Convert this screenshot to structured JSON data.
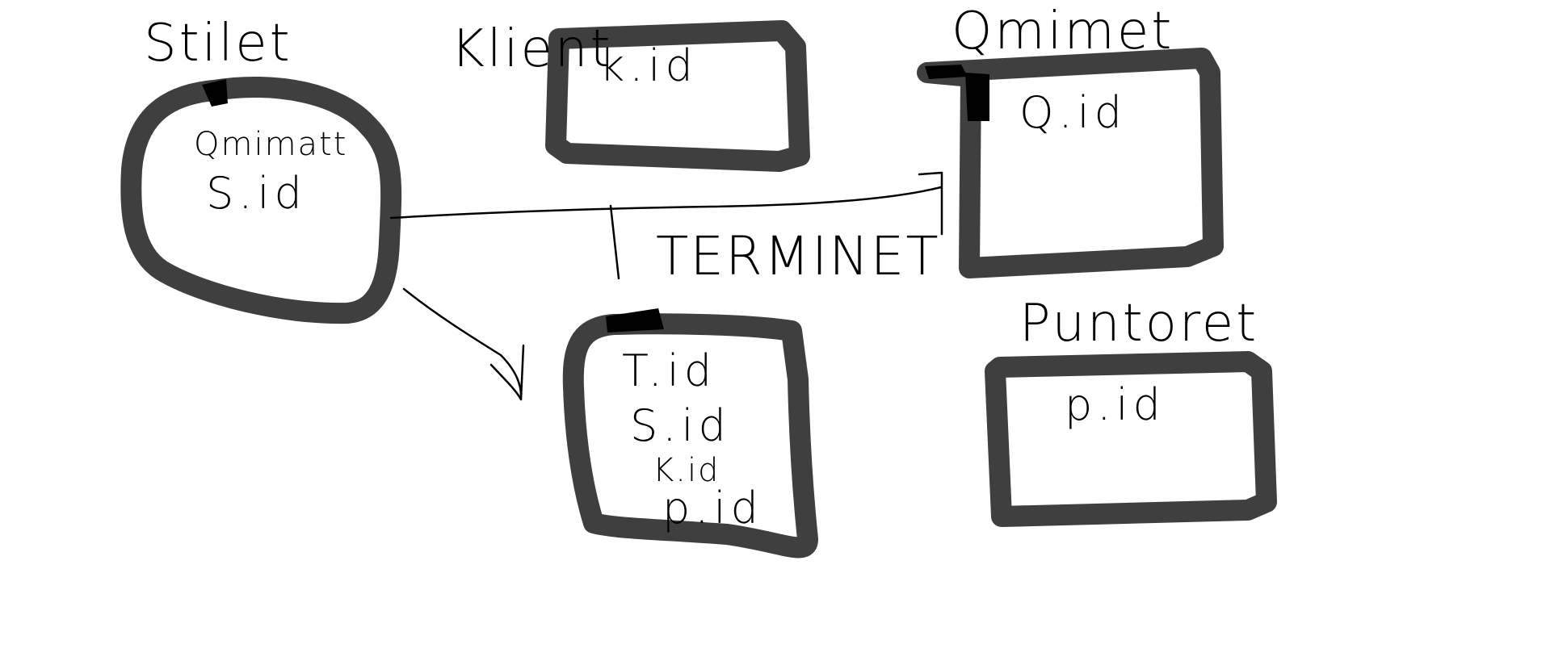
{
  "colors": {
    "shape_stroke": "#3f3f3f",
    "ink": "#000000",
    "background": "#ffffff"
  },
  "entities": {
    "stilet": {
      "title": "Stilet",
      "attr_1": "Qmimatt",
      "attr_2": "S.id"
    },
    "klient": {
      "title": "Klient",
      "attr_1": "k.id"
    },
    "qmimet": {
      "title": "Qmimet",
      "attr_1": "Q.id"
    },
    "terminet": {
      "title": "TERMINET",
      "attr_1": "T.id",
      "attr_2": "S.id",
      "attr_3": "K.id",
      "attr_4": "p.id"
    },
    "puntoret": {
      "title": "Puntoret",
      "attr_1": "p.id"
    }
  }
}
